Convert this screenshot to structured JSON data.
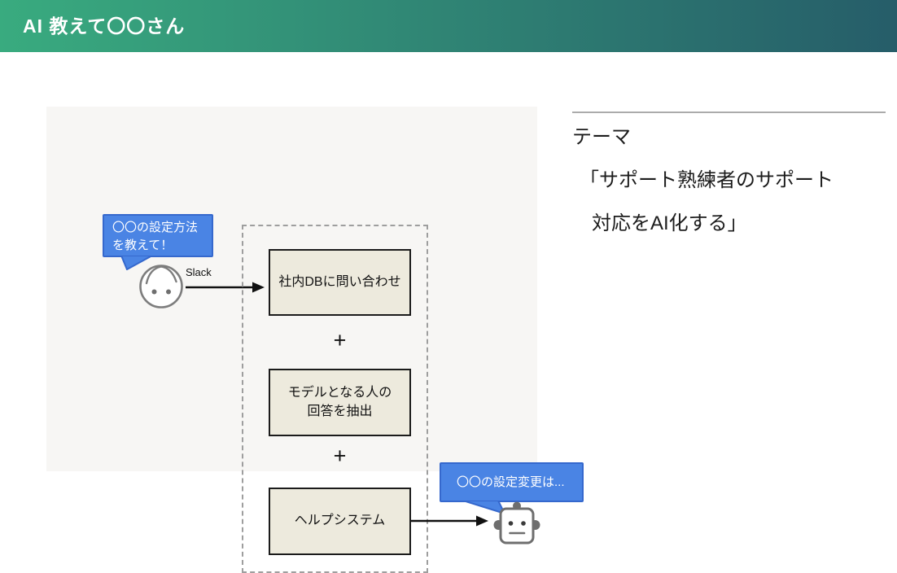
{
  "header": {
    "title": "AI 教えて〇〇さん"
  },
  "diagram": {
    "user_bubble_text": "〇〇の設定方法\nを教えて！",
    "slack_label": "Slack",
    "plus": "+",
    "steps": [
      "社内DBに問い合わせ",
      "モデルとなる人の\n回答を抽出",
      "ヘルプシステム"
    ],
    "bot_bubble_text": "〇〇の設定変更は..."
  },
  "theme": {
    "heading": "テーマ",
    "line1": "「サポート熟練者のサポート",
    "line2": "対応をAI化する」"
  },
  "colors": {
    "header_gradient_start": "#39ab7f",
    "header_gradient_end": "#265d69",
    "bubble_fill": "#4a84e4",
    "bubble_border": "#3568cd",
    "box_fill": "#edeadd",
    "box_border": "#1b1b1b",
    "panel_bg": "#f7f6f4",
    "dashed_border": "#9e9e9e",
    "arrow_color": "#111111"
  }
}
